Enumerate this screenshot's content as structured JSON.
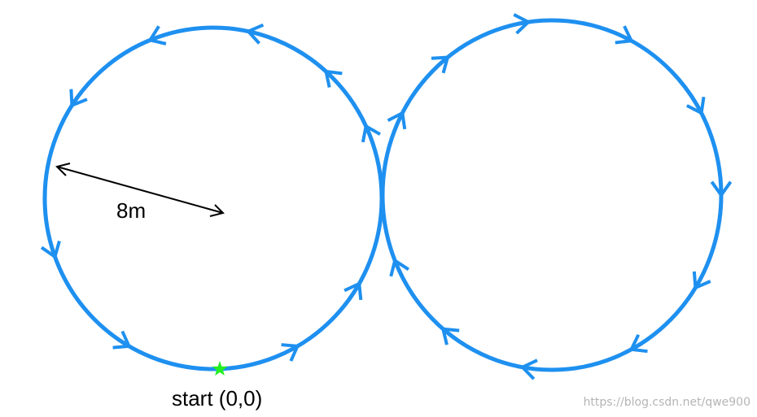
{
  "radius_label": "8m",
  "start_label": "start (0,0)",
  "watermark": "https://blog.csdn.net/qwe900",
  "colors": {
    "path": "#1e90f0",
    "start_marker": "#22ee22",
    "radius_arrow": "#000000",
    "watermark": "#b5b5b5"
  },
  "icons": {
    "start_marker": "star-icon",
    "direction_arrows": "chevron-arrow-icon"
  }
}
